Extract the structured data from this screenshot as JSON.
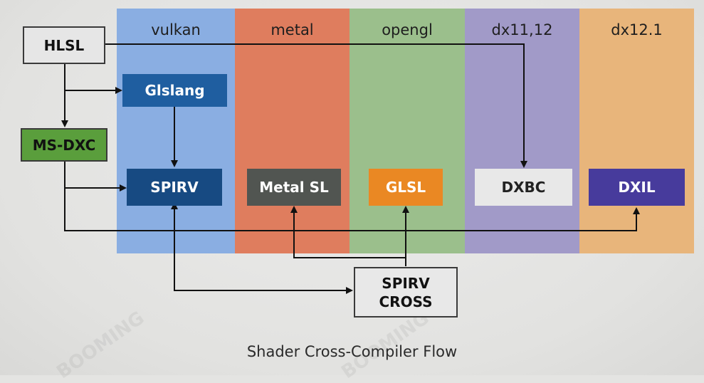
{
  "columns": [
    {
      "id": "vulkan",
      "title": "vulkan",
      "color": "#8aaee2"
    },
    {
      "id": "metal",
      "title": "metal",
      "color": "#df7d5e"
    },
    {
      "id": "opengl",
      "title": "opengl",
      "color": "#9bbf8c"
    },
    {
      "id": "dx11",
      "title": "dx11,12",
      "color": "#a19ac8"
    },
    {
      "id": "dx12",
      "title": "dx12.1",
      "color": "#e8b57b"
    }
  ],
  "nodes": {
    "hlsl": {
      "label": "HLSL",
      "bg": "#e6e6e6",
      "fg": "#111111",
      "border": "#3a3a3a"
    },
    "glslang": {
      "label": "Glslang",
      "bg": "#1f5ea0",
      "fg": "#ffffff"
    },
    "msdxc": {
      "label": "MS-DXC",
      "bg": "#5a9e3c",
      "fg": "#111111",
      "border": "#3a3a3a"
    },
    "spirv": {
      "label": "SPIRV",
      "bg": "#174a82",
      "fg": "#ffffff"
    },
    "metalsl": {
      "label": "Metal SL",
      "bg": "#515551",
      "fg": "#ffffff"
    },
    "glsl": {
      "label": "GLSL",
      "bg": "#ea8823",
      "fg": "#ffffff"
    },
    "dxbc": {
      "label": "DXBC",
      "bg": "#e8e8e8",
      "fg": "#222222"
    },
    "dxil": {
      "label": "DXIL",
      "bg": "#473b9c",
      "fg": "#ffffff"
    },
    "spirvcross": {
      "label_line1": "SPIRV",
      "label_line2": "CROSS",
      "bg": "#e8e8e8",
      "fg": "#111111",
      "border": "#3a3a3a"
    }
  },
  "caption": "Shader Cross-Compiler Flow"
}
